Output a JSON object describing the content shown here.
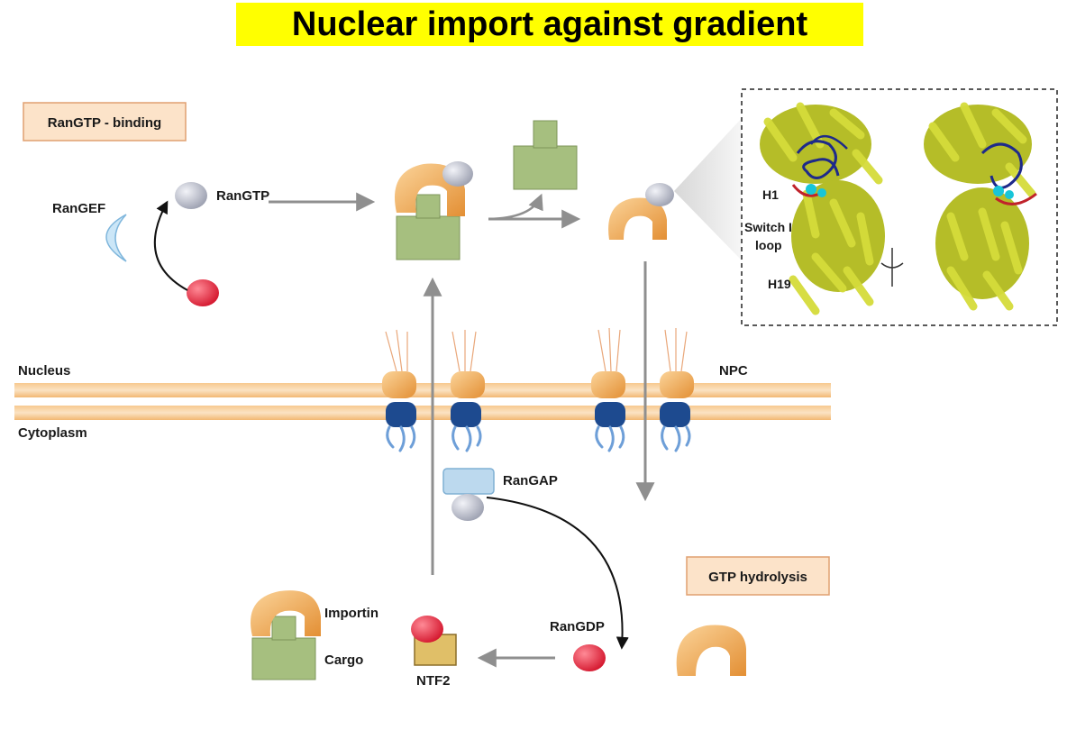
{
  "title": "Nuclear import against gradient",
  "sections": {
    "rangtp_binding": "RanGTP - binding",
    "gtp_hydrolysis": "GTP hydrolysis"
  },
  "labels": {
    "rangef": "RanGEF",
    "rangtp": "RanGTP",
    "nucleus": "Nucleus",
    "cytoplasm": "Cytoplasm",
    "npc": "NPC",
    "rangap": "RanGAP",
    "rangdp": "RanGDP",
    "importin": "Importin",
    "cargo": "Cargo",
    "ntf2": "NTF2"
  },
  "structure_inset": {
    "h1": "H1",
    "switch_loop_line1": "Switch I",
    "switch_loop_line2": "loop",
    "h19": "H19"
  },
  "colors": {
    "title_bg": "#ffff00",
    "section_box_bg": "#fce3c9",
    "section_box_border": "#e0a070",
    "importin": "#f0a857",
    "cargo": "#a6bf7f",
    "rangtp": "#b9bcc8",
    "rangdp": "#e0283c",
    "membrane": "#f2b873",
    "npc_blue": "#1d4a8f",
    "arrow_gray": "#9a9a9a"
  }
}
